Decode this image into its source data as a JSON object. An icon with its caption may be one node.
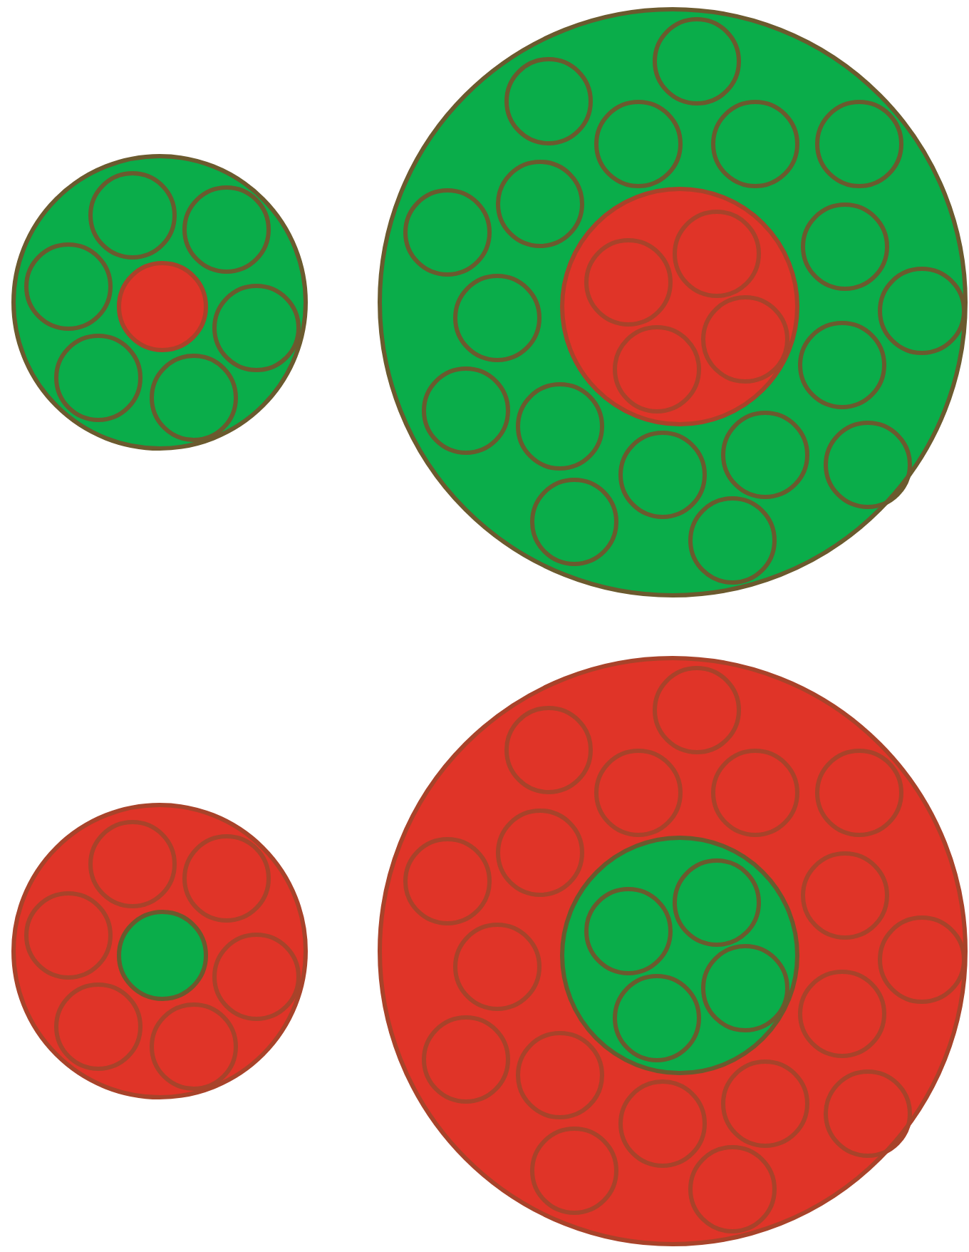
{
  "diagram": {
    "nodes": [
      {
        "text": [],
        "shape": "circle"
      },
      {
        "text": [],
        "shape": "circle",
        "in": 0
      },
      {
        "text": [],
        "shape": "circle",
        "in": 0
      },
      {
        "text": [],
        "shape": "circle",
        "in": 0
      },
      {
        "text": [],
        "shape": "circle",
        "in": 0
      },
      {
        "text": [],
        "shape": "circle",
        "in": 0
      },
      {
        "text": [],
        "shape": "circle",
        "in": 0
      },
      {
        "text": [],
        "shape": "circle",
        "in": 0
      },
      {
        "text": [],
        "shape": "circle"
      },
      {
        "text": [],
        "shape": "circle",
        "in": 8
      },
      {
        "text": [],
        "shape": "circle",
        "in": 9
      },
      {
        "text": [],
        "shape": "circle",
        "in": 9
      },
      {
        "text": [],
        "shape": "circle",
        "in": 9
      },
      {
        "text": [],
        "shape": "circle",
        "in": 9
      },
      {
        "text": [],
        "shape": "circle",
        "in": 8
      },
      {
        "text": [],
        "shape": "circle",
        "in": 8
      },
      {
        "text": [],
        "shape": "circle",
        "in": 8
      },
      {
        "text": [],
        "shape": "circle",
        "in": 8
      },
      {
        "text": [],
        "shape": "circle",
        "in": 8
      },
      {
        "text": [],
        "shape": "circle",
        "in": 8
      },
      {
        "text": [],
        "shape": "circle",
        "in": 8
      },
      {
        "text": [],
        "shape": "circle",
        "in": 8
      },
      {
        "text": [],
        "shape": "circle",
        "in": 8
      },
      {
        "text": [],
        "shape": "circle",
        "in": 8
      },
      {
        "text": [],
        "shape": "circle",
        "in": 8
      },
      {
        "text": [],
        "shape": "circle",
        "in": 8
      },
      {
        "text": [],
        "shape": "circle",
        "in": 8
      },
      {
        "text": [],
        "shape": "circle",
        "in": 8
      },
      {
        "text": [],
        "shape": "circle",
        "in": 8
      },
      {
        "text": [],
        "shape": "circle",
        "in": 8
      },
      {
        "text": [],
        "shape": "circle",
        "in": 8
      },
      {
        "text": [],
        "shape": "circle",
        "in": 8
      },
      {
        "text": [],
        "shape": "circle"
      },
      {
        "text": [],
        "shape": "circle",
        "in": 32
      },
      {
        "text": [],
        "shape": "circle",
        "in": 32
      },
      {
        "text": [],
        "shape": "circle",
        "in": 32
      },
      {
        "text": [],
        "shape": "circle",
        "in": 32
      },
      {
        "text": [],
        "shape": "circle",
        "in": 32
      },
      {
        "text": [],
        "shape": "circle",
        "in": 32
      },
      {
        "text": [],
        "shape": "circle",
        "in": 32
      },
      {
        "text": [],
        "shape": "circle"
      },
      {
        "text": [],
        "shape": "circle",
        "in": 40
      },
      {
        "text": [],
        "shape": "circle",
        "in": 41
      },
      {
        "text": [],
        "shape": "circle",
        "in": 41
      },
      {
        "text": [],
        "shape": "circle",
        "in": 41
      },
      {
        "text": [],
        "shape": "circle",
        "in": 41
      },
      {
        "text": [],
        "shape": "circle",
        "in": 40
      },
      {
        "text": [],
        "shape": "circle",
        "in": 40
      },
      {
        "text": [],
        "shape": "circle",
        "in": 40
      },
      {
        "text": [],
        "shape": "circle",
        "in": 40
      },
      {
        "text": [],
        "shape": "circle",
        "in": 40
      },
      {
        "text": [],
        "shape": "circle",
        "in": 40
      },
      {
        "text": [],
        "shape": "circle",
        "in": 40
      },
      {
        "text": [],
        "shape": "circle",
        "in": 40
      },
      {
        "text": [],
        "shape": "circle",
        "in": 40
      },
      {
        "text": [],
        "shape": "circle",
        "in": 40
      },
      {
        "text": [],
        "shape": "circle",
        "in": 40
      },
      {
        "text": [],
        "shape": "circle",
        "in": 40
      },
      {
        "text": [],
        "shape": "circle",
        "in": 40
      },
      {
        "text": [],
        "shape": "circle",
        "in": 40
      },
      {
        "text": [],
        "shape": "circle",
        "in": 40
      },
      {
        "text": [],
        "shape": "circle",
        "in": 40
      },
      {
        "text": [],
        "shape": "circle",
        "in": 40
      },
      {
        "text": [],
        "shape": "circle",
        "in": 40
      }
    ]
  }
}
